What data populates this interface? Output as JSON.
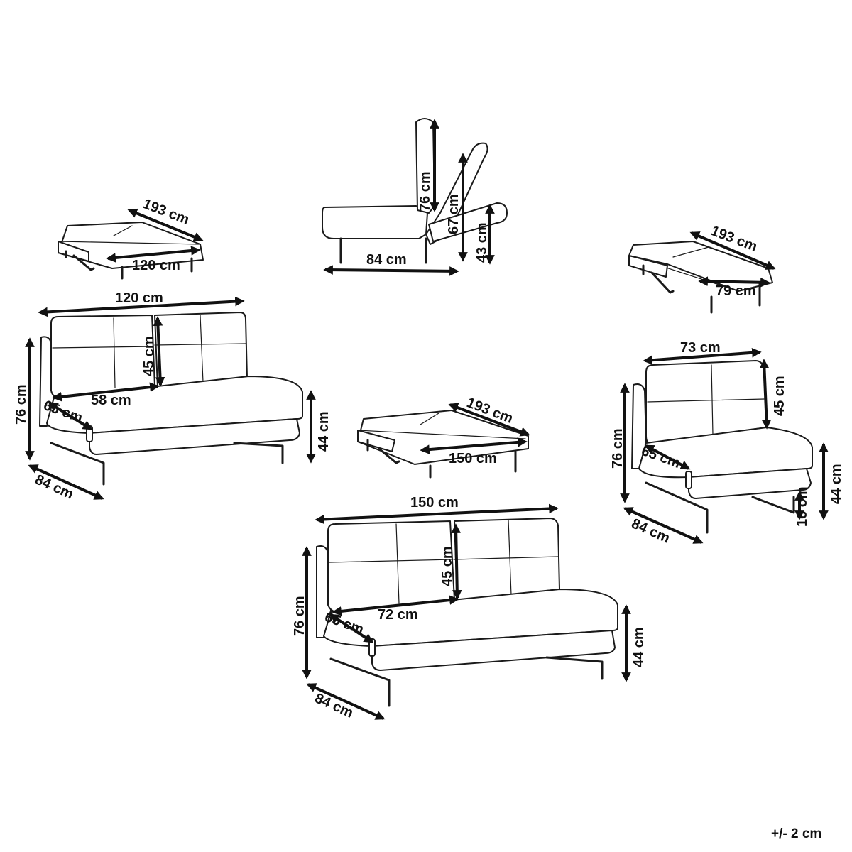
{
  "figures": {
    "bed_small": {
      "length": "193 cm",
      "width": "120 cm"
    },
    "side_profile": {
      "back_height": "76 cm",
      "recline_height": "67 cm",
      "seat_height": "43 cm",
      "depth": "84 cm"
    },
    "bed_chair": {
      "length": "193 cm",
      "width": "79 cm"
    },
    "sofa_120": {
      "width": "120 cm",
      "back_height": "45 cm",
      "height": "76 cm",
      "seat_width": "58 cm",
      "seat_depth": "65 cm",
      "seat_height": "44 cm",
      "depth": "84 cm"
    },
    "bed_large": {
      "length": "193 cm",
      "width": "150 cm"
    },
    "chair": {
      "width": "73 cm",
      "back_height": "45 cm",
      "height": "76 cm",
      "seat_depth": "65 cm",
      "seat_height": "44 cm",
      "leg_height": "16 cm",
      "depth": "84 cm"
    },
    "sofa_150": {
      "width": "150 cm",
      "back_height": "45 cm",
      "height": "76 cm",
      "seat_width": "72 cm",
      "seat_depth": "65 cm",
      "seat_height": "44 cm",
      "depth": "84 cm"
    }
  },
  "tolerance": "+/- 2 cm",
  "colors": {
    "line": "#1a1a1a",
    "background": "#ffffff"
  }
}
